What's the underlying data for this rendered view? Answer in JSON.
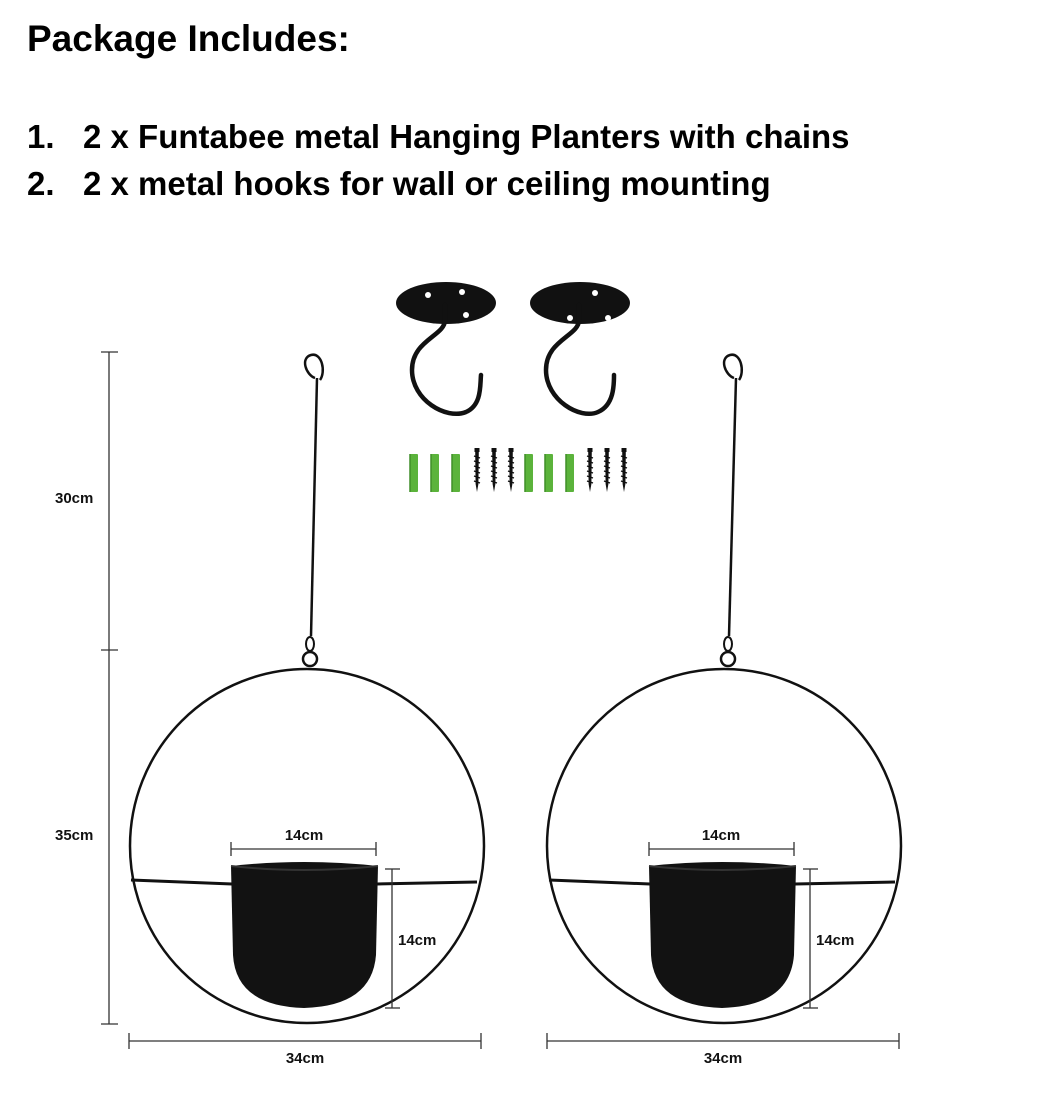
{
  "header": {
    "title": "Package Includes:"
  },
  "contents": [
    {
      "number": "1.",
      "text": "2 x Funtabee metal Hanging Planters with chains"
    },
    {
      "number": "2.",
      "text": "2 x metal hooks for wall or ceiling mounting"
    }
  ],
  "dimensions": {
    "hanger_height": "30cm",
    "ring_height": "35cm",
    "ring_width": "34cm",
    "pot_width": "14cm",
    "pot_height": "14cm"
  },
  "colors": {
    "metal": "#111111",
    "anchor": "#5bb33b",
    "dimension_line": "#333333"
  }
}
